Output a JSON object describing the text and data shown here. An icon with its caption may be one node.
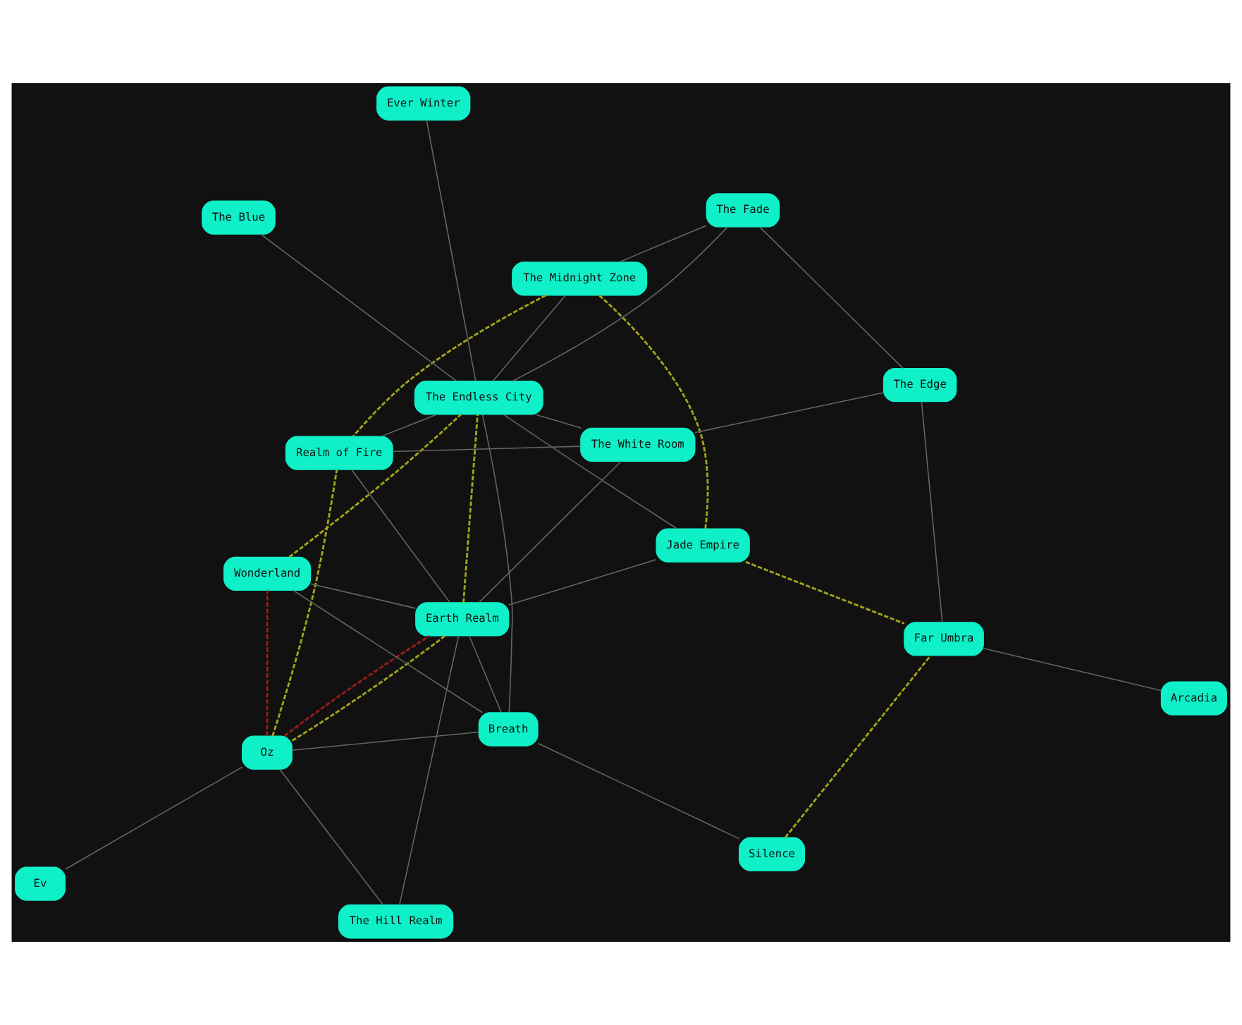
{
  "diagram": {
    "nodes": [
      {
        "text": [
          "Ev"
        ]
      },
      {
        "text": [
          "The Hill Realm"
        ]
      },
      {
        "text": [
          "Oz"
        ]
      },
      {
        "text": [
          "Wonderland"
        ]
      },
      {
        "text": [
          "The Midnight Zone"
        ]
      },
      {
        "text": [
          "Jade Empire"
        ]
      },
      {
        "text": [
          "The White Room"
        ]
      },
      {
        "text": [
          "Earth Realm"
        ]
      },
      {
        "text": [
          "Breath"
        ]
      },
      {
        "text": [
          "Silence"
        ]
      },
      {
        "text": [
          "Realm of Fire"
        ]
      },
      {
        "text": [
          "The Edge"
        ]
      },
      {
        "text": [
          "Far Umbra"
        ]
      },
      {
        "text": [
          "The Endless City"
        ]
      },
      {
        "text": [
          "Ever Winter"
        ]
      },
      {
        "text": [
          "The Fade"
        ]
      },
      {
        "text": [
          "Arcadia"
        ]
      },
      {
        "text": [
          "The Blue"
        ]
      }
    ],
    "edges": [
      {
        "from": 0,
        "to": 2,
        "arrow": "none"
      },
      {
        "from": 1,
        "to": 2,
        "arrow": "none"
      },
      {
        "from": 1,
        "to": 7,
        "arrow": "none"
      },
      {
        "from": 2,
        "to": 8,
        "arrow": "none"
      },
      {
        "from": 3,
        "to": 8,
        "arrow": "none"
      },
      {
        "from": 3,
        "to": 7,
        "arrow": "none"
      },
      {
        "from": 4,
        "to": 15,
        "arrow": "none"
      },
      {
        "from": 4,
        "to": 13,
        "arrow": "none"
      },
      {
        "from": 7,
        "to": 5,
        "arrow": "none"
      },
      {
        "from": 7,
        "to": 6,
        "arrow": "none"
      },
      {
        "from": 7,
        "to": 10,
        "arrow": "none"
      },
      {
        "from": 8,
        "to": 7,
        "arrow": "none"
      },
      {
        "from": 8,
        "to": 9,
        "arrow": "none"
      },
      {
        "from": 8,
        "to": 13,
        "arrow": "none"
      },
      {
        "from": 5,
        "to": 13,
        "arrow": "none"
      },
      {
        "from": 6,
        "to": 10,
        "arrow": "none"
      },
      {
        "from": 6,
        "to": 13,
        "arrow": "none"
      },
      {
        "from": 6,
        "to": 11,
        "arrow": "none"
      },
      {
        "from": 10,
        "to": 13,
        "arrow": "none"
      },
      {
        "from": 15,
        "to": 13,
        "arrow": "none"
      },
      {
        "from": 15,
        "to": 11,
        "arrow": "none"
      },
      {
        "from": 11,
        "to": 12,
        "arrow": "none"
      },
      {
        "from": 12,
        "to": 16,
        "arrow": "none"
      },
      {
        "from": 14,
        "to": 13,
        "arrow": "none"
      },
      {
        "from": 13,
        "to": 17,
        "arrow": "none"
      },
      {
        "from": 2,
        "to": 3,
        "arrow": "none",
        "style": "dashed",
        "color": "#9b1c1c"
      },
      {
        "from": 2,
        "to": 7,
        "arrow": "none",
        "style": "dashed",
        "color": "#9b1c1c"
      },
      {
        "from": 3,
        "to": 13,
        "arrow": "none",
        "style": "dashed",
        "color": "#a3a31c"
      },
      {
        "from": 2,
        "to": 7,
        "arrow": "none",
        "style": "dashed",
        "color": "#a3a31c"
      },
      {
        "from": 7,
        "to": 13,
        "arrow": "none",
        "style": "dashed",
        "color": "#a3a31c"
      },
      {
        "from": 2,
        "to": 10,
        "arrow": "none",
        "style": "dashed",
        "color": "#a3a31c"
      },
      {
        "from": 4,
        "to": 5,
        "arrow": "none",
        "style": "dashed",
        "color": "#a3a31c"
      },
      {
        "from": 4,
        "to": 10,
        "arrow": "none",
        "style": "dashed",
        "color": "#a3a31c"
      },
      {
        "from": 5,
        "to": 12,
        "arrow": "none",
        "style": "dashed",
        "color": "#a3a31c"
      },
      {
        "from": 9,
        "to": 12,
        "arrow": "none",
        "style": "dashed",
        "color": "#a3a31c"
      }
    ]
  }
}
